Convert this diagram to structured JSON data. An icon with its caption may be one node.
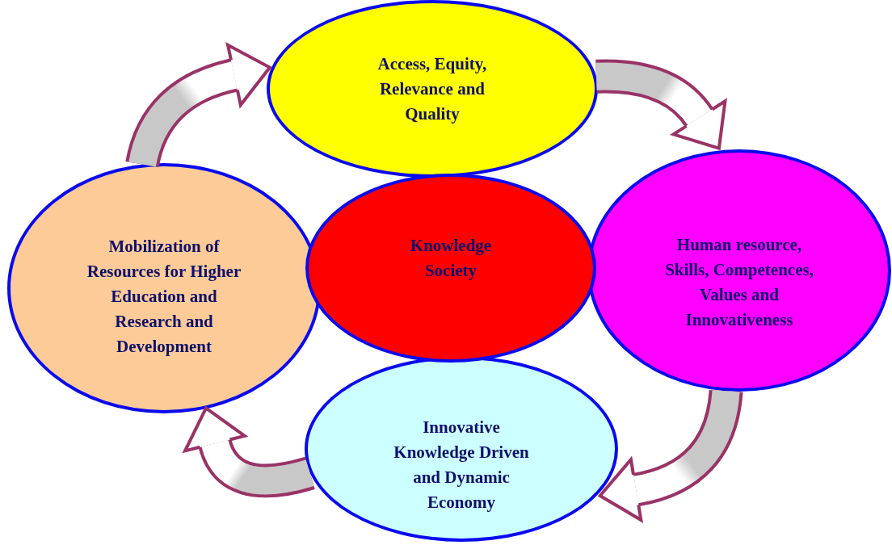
{
  "diagram": {
    "nodes": [
      {
        "text": [
          "Access, Equity, Relevance and Quality"
        ]
      },
      {
        "text": [
          "Mobilization of Resources for Higher Education and Research and Development"
        ]
      },
      {
        "text": [
          "Knowledge Society"
        ]
      },
      {
        "text": [
          "Human resource, Skills, Competences, Values and Innovativeness"
        ]
      },
      {
        "text": [
          "Innovative Knowledge Driven and Dynamic Economy"
        ]
      }
    ],
    "edges": [
      {
        "from": 1,
        "to": 0,
        "arrow": "to"
      },
      {
        "from": 0,
        "to": 3,
        "arrow": "to"
      },
      {
        "from": 3,
        "to": 4,
        "arrow": "to"
      },
      {
        "from": 4,
        "to": 1,
        "arrow": "to"
      }
    ]
  }
}
